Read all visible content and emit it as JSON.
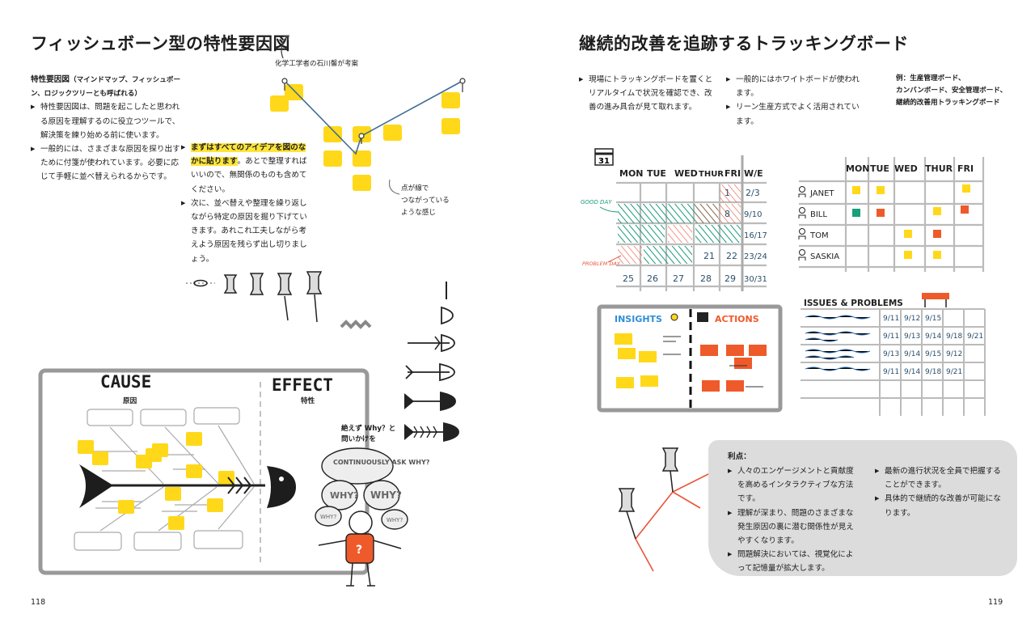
{
  "left_page": {
    "title": "フィッシュボーン型の特性要因図",
    "inventor_note": "化学工学者の石川馨が考案",
    "intro_term": "特性要因図",
    "intro_aliases": "（マインドマップ、フィッシュボーン、ロジックツリーとも呼ばれる）",
    "col1_bullets": [
      "特性要因図は、問題を起こしたと思われる原因を理解するのに役立つツールで、解決策を練り始める前に使います。",
      "一般的には、さまざまな原因を探り出すために付箋が使われています。必要に応じて手軽に並べ替えられるからです。"
    ],
    "col2_highlight": "まずはすべてのアイデアを図のなかに貼ります",
    "col2_rest": "。あとで整理すればいいので、無関係のものも含めてください。",
    "col2_bullet2": "次に、並べ替えや整理を繰り返しながら特定の原因を掘り下げていきます。あれこれ工夫しながら考えよう原因を残らず出し切りましょう。",
    "dots_note_l1": "点が線で",
    "dots_note_l2": "つながっている",
    "dots_note_l3": "ような感じ",
    "cause_label": "CAUSE",
    "cause_jp": "原因",
    "effect_label": "EFFECT",
    "effect_jp": "特性",
    "ask_l1": "絶えず Why？と",
    "ask_l2": "問いかけを",
    "bubble_text": "CONTINUOUSLY ASK WHY?",
    "why_small": "WHY?",
    "page_number": "118"
  },
  "right_page": {
    "title": "継続的改善を追跡するトラッキングボード",
    "col1_bullet": "現場にトラッキングボードを置くとリアルタイムで状況を確認でき、改善の進み具合が見て取れます。",
    "col2_bullets": [
      "一般的にはホワイトボードが使われます。",
      "リーン生産方式でよく活用されています。"
    ],
    "examples_l1": "例：生産管理ボード、",
    "examples_l2": "カンバンボード、安全管理ボード、",
    "examples_l3": "継続的改善用トラッキングボード",
    "calendar_icon_num": "31",
    "calendar_days": [
      "MON",
      "TUE",
      "WED",
      "THUR",
      "FRI",
      "W/E"
    ],
    "calendar_dates": [
      [
        "",
        "",
        "",
        "",
        "1",
        "2/3"
      ],
      [
        "",
        "",
        "",
        "",
        "8",
        "9/10"
      ],
      [
        "",
        "",
        "",
        "",
        "",
        "16/17"
      ],
      [
        "",
        "",
        "",
        "",
        "",
        "23/24"
      ],
      [
        "",
        "",
        "",
        "21",
        "22",
        ""
      ],
      [
        "25",
        "26",
        "27",
        "28",
        "29",
        "30/31"
      ]
    ],
    "good_day": "GOOD DAY",
    "problem_day": "PROBLEM DAY",
    "team_days": [
      "MON",
      "TUE",
      "WED",
      "THUR",
      "FRI"
    ],
    "team_names": [
      "JANET",
      "BILL",
      "TOM",
      "SASKIA"
    ],
    "insights_label": "INSIGHTS",
    "actions_label": "ACTIONS",
    "issues_label": "ISSUES & PROBLEMS",
    "issue_dates": [
      [
        "9/11",
        "9/12",
        "9/15",
        "",
        ""
      ],
      [
        "9/11",
        "9/13",
        "9/14",
        "9/18",
        "9/21"
      ],
      [
        "9/13",
        "9/14",
        "9/15",
        "9/12",
        ""
      ],
      [
        "9/11",
        "9/14",
        "9/18",
        "9/21",
        ""
      ]
    ],
    "benefits_title": "利点：",
    "benefits_col1": [
      "人々のエンゲージメントと貢献度を高めるインタラクティブな方法です。",
      "理解が深まり、問題のさまざまな発生原因の裏に潜む関係性が見えやすくなります。",
      "問題解決においては、視覚化によって記憶量が拡大します。"
    ],
    "benefits_col2": [
      "最新の進行状況を全員で把握することができます。",
      "具体的で継続的な改善が可能になります。"
    ],
    "page_number": "119"
  },
  "colors": {
    "sticky_yellow": "#ffd81a",
    "sticky_orange": "#ee5a2a",
    "sticky_green": "#18a07a",
    "line_blue": "#3f6c93",
    "benefits_bg": "#dcdcdc",
    "good_green": "#1a9a7c",
    "problem_red": "#e8553a"
  }
}
